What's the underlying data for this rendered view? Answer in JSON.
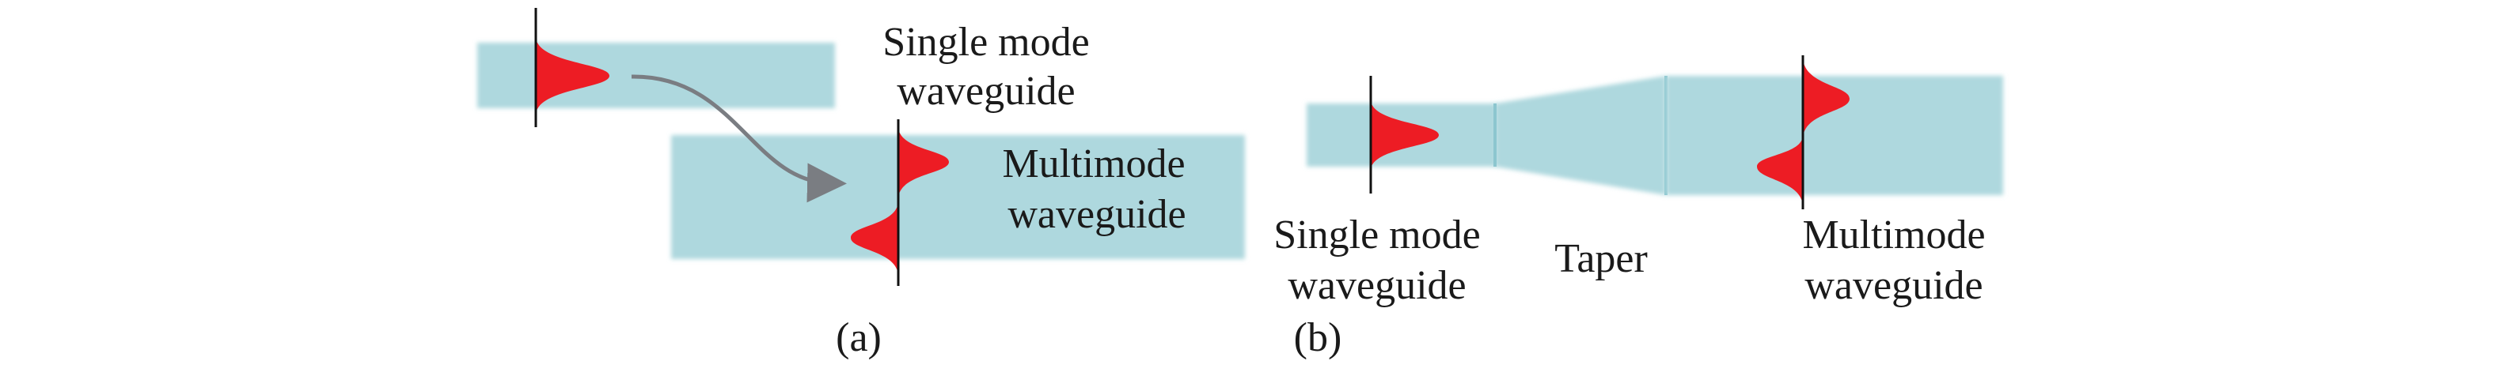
{
  "colors": {
    "waveguide": "#aed8de",
    "waveguide_edge": "#8cc6cf",
    "mode_profile": "#ed1c24",
    "arrow": "#7a7d82",
    "axis_line": "#111111"
  },
  "panel_a": {
    "single_mode_label_line1": "Single mode",
    "single_mode_label_line2": "waveguide",
    "multimode_label_line1": "Multimode",
    "multimode_label_line2": "waveguide",
    "caption": "(a)"
  },
  "panel_b": {
    "single_mode_label_line1": "Single mode",
    "single_mode_label_line2": "waveguide",
    "taper_label": "Taper",
    "multimode_label_line1": "Multimode",
    "multimode_label_line2": "waveguide",
    "caption": "(b)"
  }
}
